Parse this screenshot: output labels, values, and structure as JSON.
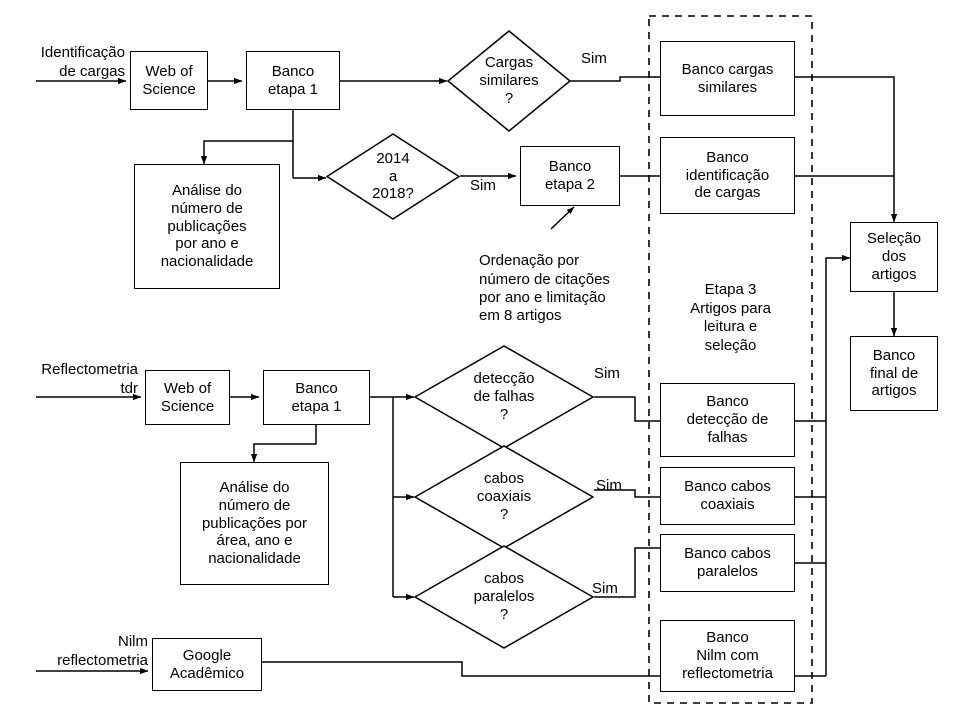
{
  "diagram": {
    "title": "Fluxograma de revisao bibliografica",
    "type": "flowchart",
    "background_color": "#ffffff",
    "line_color": "#000000",
    "text_color": "#000000"
  },
  "inputs": [
    {
      "id": "in-identificacao",
      "label": "Identificação\nde cargas"
    },
    {
      "id": "in-reflectometria",
      "label": "Reflectometria\ntdr"
    },
    {
      "id": "in-nilm",
      "label": "Nilm\nreflectometria"
    }
  ],
  "process_nodes": [
    {
      "id": "wos-1",
      "label": "Web of\nScience"
    },
    {
      "id": "banco-e1-a",
      "label": "Banco\netapa 1"
    },
    {
      "id": "analise-1",
      "label": "Análise  do\nnúmero de\npublicações\npor ano e\nnacionalidade"
    },
    {
      "id": "banco-e2",
      "label": "Banco\netapa 2"
    },
    {
      "id": "wos-2",
      "label": "Web of\nScience"
    },
    {
      "id": "banco-e1-b",
      "label": "Banco\netapa 1"
    },
    {
      "id": "analise-2",
      "label": "Análise  do\nnúmero de\npublicações por\nárea, ano e\nnacionalidade"
    },
    {
      "id": "google",
      "label": "Google\nAcadêmico"
    },
    {
      "id": "selecao",
      "label": "Seleção\ndos\nartigos"
    },
    {
      "id": "banco-final",
      "label": "Banco\nfinal de\nartigos"
    }
  ],
  "decision_nodes": [
    {
      "id": "d-cargas-similares",
      "label": "Cargas\nsimilares\n?"
    },
    {
      "id": "d-anos",
      "label": "2014\na\n2018?"
    },
    {
      "id": "d-deteccao",
      "label": "detecção\nde falhas\n?"
    },
    {
      "id": "d-coaxiais",
      "label": "cabos\ncoaxiais\n?"
    },
    {
      "id": "d-paralelos",
      "label": "cabos\nparalelos\n?"
    }
  ],
  "bank_nodes": [
    {
      "id": "b-cargas-similares",
      "label": "Banco cargas\nsimilares"
    },
    {
      "id": "b-identificacao",
      "label": "Banco\nidentificação\nde cargas"
    },
    {
      "id": "b-deteccao",
      "label": "Banco\ndetecção de\nfalhas"
    },
    {
      "id": "b-coaxiais",
      "label": "Banco cabos\ncoaxiais"
    },
    {
      "id": "b-paralelos",
      "label": "Banco cabos\nparalelos"
    },
    {
      "id": "b-nilm",
      "label": "Banco\nNilm com\nreflectometria"
    }
  ],
  "edge_labels": [
    {
      "id": "sim-1",
      "label": "Sim"
    },
    {
      "id": "sim-2",
      "label": "Sim"
    },
    {
      "id": "sim-3",
      "label": "Sim"
    },
    {
      "id": "sim-4",
      "label": "Sim"
    },
    {
      "id": "sim-5",
      "label": "Sim"
    }
  ],
  "annotations": [
    {
      "id": "ordenacao-note",
      "label": "Ordenação por\nnúmero de citações\npor ano e limitação\nem 8 artigos"
    }
  ],
  "groups": [
    {
      "id": "etapa-3",
      "label": "Etapa 3\nArtigos para\nleitura e\nseleção",
      "border": "dashed"
    }
  ]
}
